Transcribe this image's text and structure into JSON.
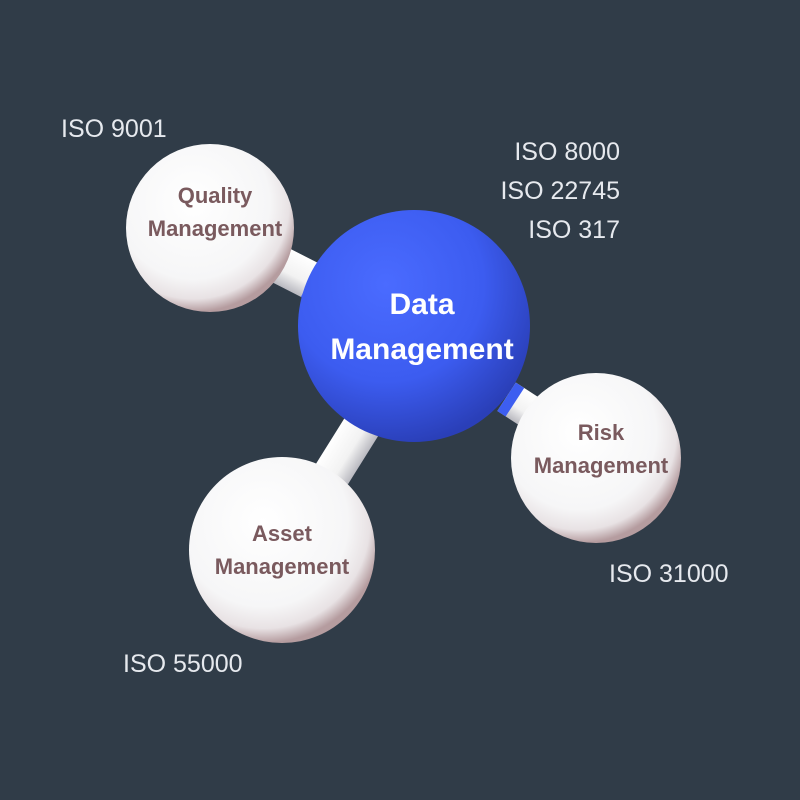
{
  "colors": {
    "background": "#303c48",
    "hub": "#3d5ef0",
    "satellite": "#ffffff",
    "satellite_text": "#7a5a5e",
    "iso_text": "#e6e9ee"
  },
  "hub": {
    "line1": "Data",
    "line2": "Management",
    "standards": [
      "ISO 8000",
      "ISO 22745",
      "ISO 317"
    ]
  },
  "nodes": [
    {
      "key": "quality",
      "line1": "Quality",
      "line2": "Management",
      "standard": "ISO 9001"
    },
    {
      "key": "risk",
      "line1": "Risk",
      "line2": "Management",
      "standard": "ISO 31000"
    },
    {
      "key": "asset",
      "line1": "Asset",
      "line2": "Management",
      "standard": "ISO 55000"
    }
  ]
}
